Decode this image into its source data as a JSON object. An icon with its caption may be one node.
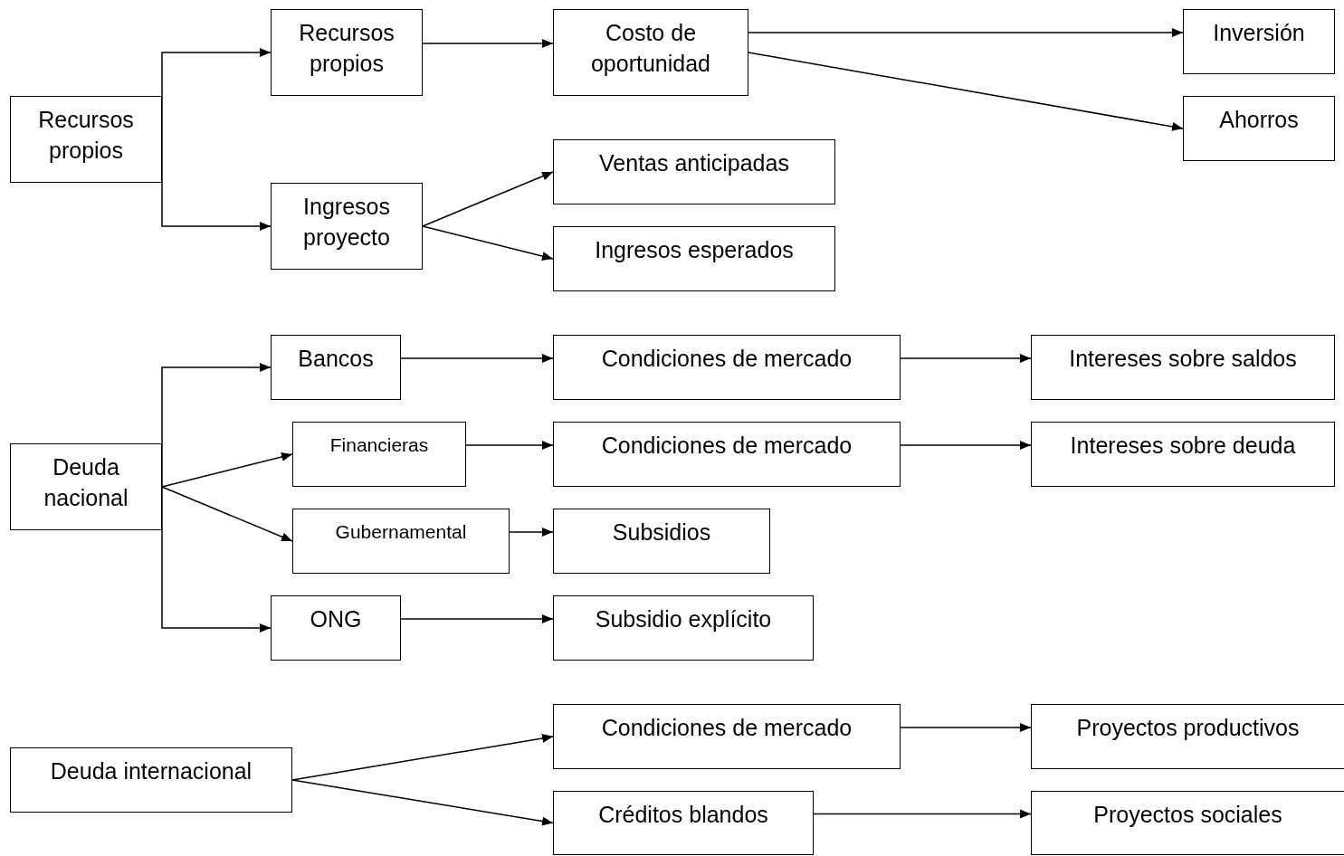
{
  "diagram": {
    "nodes": [
      {
        "text": [
          "Recursos propios"
        ]
      },
      {
        "text": [
          "Recursos propios"
        ]
      },
      {
        "text": [
          "Costo de oportunidad"
        ]
      },
      {
        "text": [
          "Inversión"
        ]
      },
      {
        "text": [
          "Ahorros"
        ]
      },
      {
        "text": [
          "Ingresos proyecto"
        ]
      },
      {
        "text": [
          "Ventas anticipadas"
        ]
      },
      {
        "text": [
          "Ingresos esperados"
        ]
      },
      {
        "text": [
          "Deuda nacional"
        ]
      },
      {
        "text": [
          "Bancos"
        ]
      },
      {
        "text": [
          "Condiciones de mercado"
        ]
      },
      {
        "text": [
          "Intereses sobre saldos"
        ]
      },
      {
        "text": [
          "Financieras"
        ]
      },
      {
        "text": [
          "Condiciones de mercado"
        ]
      },
      {
        "text": [
          "Intereses sobre deuda"
        ]
      },
      {
        "text": [
          "Gubernamental"
        ]
      },
      {
        "text": [
          "Subsidios"
        ]
      },
      {
        "text": [
          "ONG"
        ]
      },
      {
        "text": [
          "Subsidio explícito"
        ]
      },
      {
        "text": [
          "Deuda internacional"
        ]
      },
      {
        "text": [
          "Condiciones de mercado"
        ]
      },
      {
        "text": [
          "Proyectos productivos"
        ]
      },
      {
        "text": [
          "Créditos blandos"
        ]
      },
      {
        "text": [
          "Proyectos sociales"
        ]
      }
    ],
    "edges": [
      {
        "from": 0,
        "to": 1,
        "arrow": "to"
      },
      {
        "from": 0,
        "to": 5,
        "arrow": "to"
      },
      {
        "from": 1,
        "to": 2,
        "arrow": "to"
      },
      {
        "from": 2,
        "to": 3,
        "arrow": "to"
      },
      {
        "from": 2,
        "to": 4,
        "arrow": "to"
      },
      {
        "from": 5,
        "to": 6,
        "arrow": "to"
      },
      {
        "from": 5,
        "to": 7,
        "arrow": "to"
      },
      {
        "from": 8,
        "to": 9,
        "arrow": "to"
      },
      {
        "from": 8,
        "to": 12,
        "arrow": "to"
      },
      {
        "from": 8,
        "to": 15,
        "arrow": "to"
      },
      {
        "from": 8,
        "to": 17,
        "arrow": "to"
      },
      {
        "from": 9,
        "to": 10,
        "arrow": "to"
      },
      {
        "from": 10,
        "to": 11,
        "arrow": "to"
      },
      {
        "from": 12,
        "to": 13,
        "arrow": "to"
      },
      {
        "from": 13,
        "to": 14,
        "arrow": "to"
      },
      {
        "from": 15,
        "to": 16,
        "arrow": "to"
      },
      {
        "from": 17,
        "to": 18,
        "arrow": "to"
      },
      {
        "from": 19,
        "to": 20,
        "arrow": "to"
      },
      {
        "from": 19,
        "to": 22,
        "arrow": "to"
      },
      {
        "from": 20,
        "to": 21,
        "arrow": "to"
      },
      {
        "from": 22,
        "to": 23,
        "arrow": "to"
      }
    ]
  }
}
